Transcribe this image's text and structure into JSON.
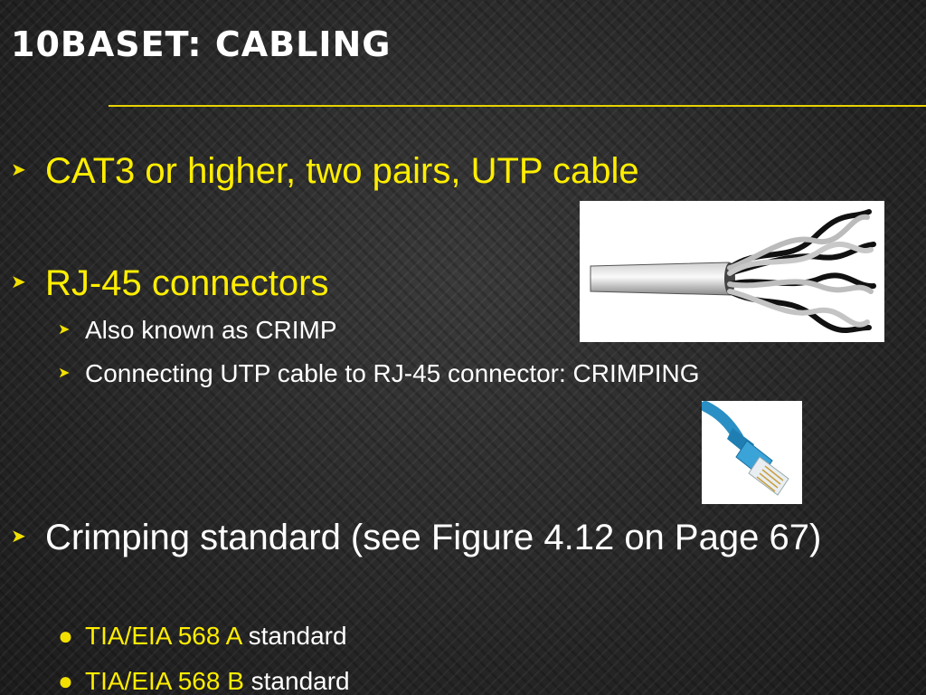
{
  "slide": {
    "title": "10BASET: CABLING"
  },
  "bullets": {
    "b1": {
      "text": "CAT3 or higher, two pairs, UTP cable"
    },
    "b2": {
      "text": "RJ-45 connectors",
      "sub1": "Also known as CRIMP",
      "sub2": "Connecting UTP cable to RJ-45 connector: CRIMPING"
    },
    "b3": {
      "text": "Crimping standard (see Figure 4.12 on Page 67)",
      "sub1_hl": "TIA/EIA 568 A",
      "sub1_rest": " standard",
      "sub2_hl": "TIA/EIA 568 B",
      "sub2_rest": " standard"
    }
  },
  "colors": {
    "accent": "#ffee00",
    "background": "#262626",
    "connector_blue": "#2a8fc4"
  },
  "icons": {
    "bullet_marker": "arrowhead-right",
    "sub_marker": "filled-circle"
  }
}
